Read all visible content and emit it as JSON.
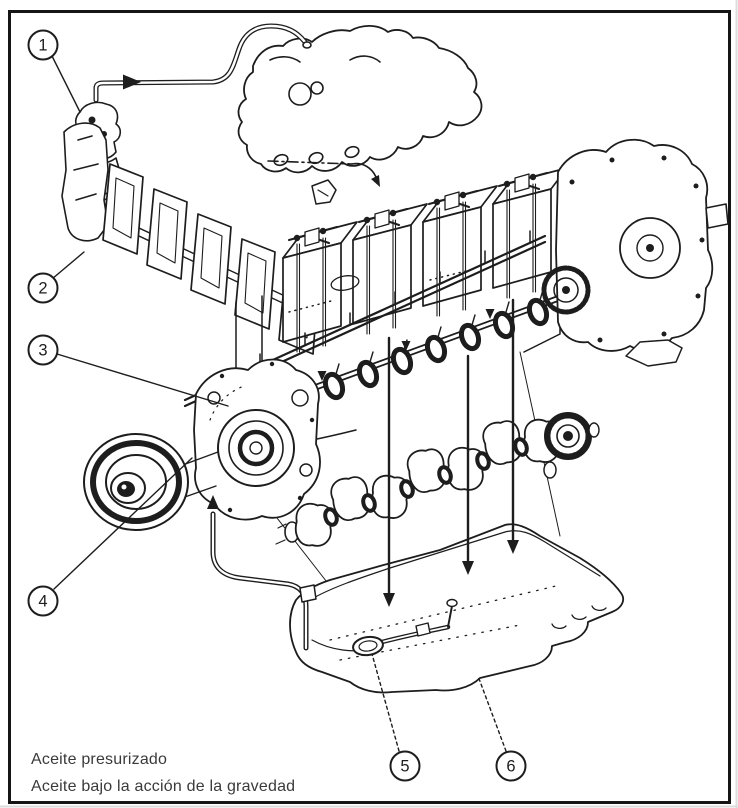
{
  "figure": {
    "paper_color": "#ffffff",
    "ink_color": "#1d1d1d",
    "border_color": "#151515",
    "callouts": [
      {
        "number": "1"
      },
      {
        "number": "2"
      },
      {
        "number": "3"
      },
      {
        "number": "4"
      },
      {
        "number": "5"
      },
      {
        "number": "6"
      }
    ],
    "legend": {
      "pressurized_label": "Aceite presurizado",
      "gravity_label": "Aceite bajo la acción de la gravedad"
    }
  }
}
